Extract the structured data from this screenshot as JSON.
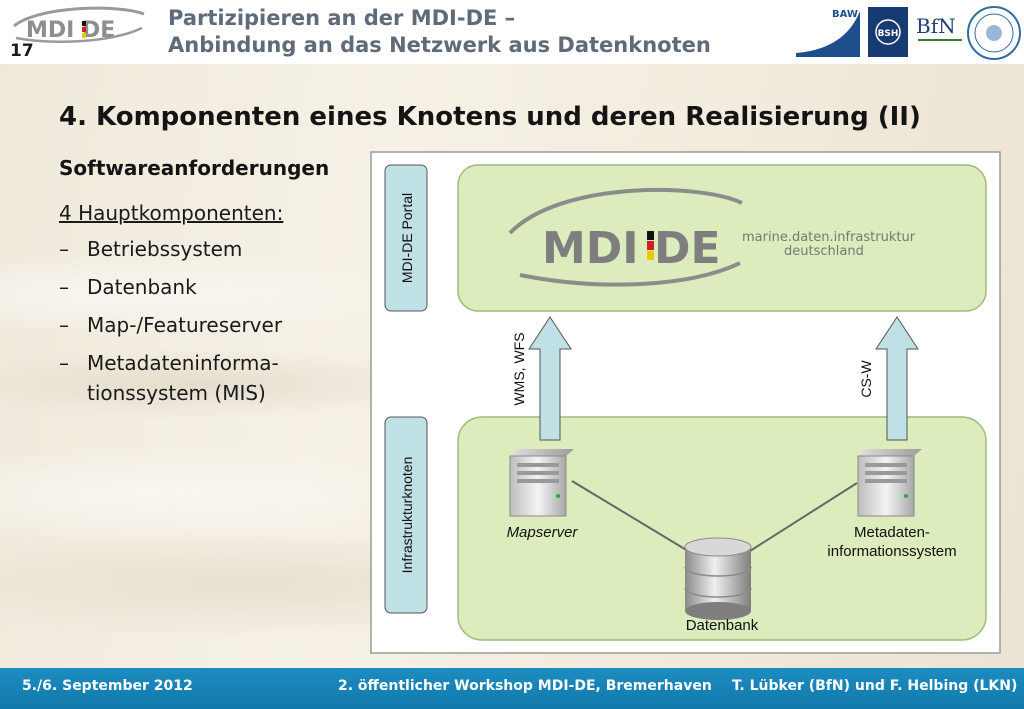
{
  "header": {
    "logo_text": "MDI DE",
    "slide_number": "17",
    "title_line1": "Partizipieren an der MDI-DE –",
    "title_line2": "Anbindung an das Netzwerk aus Datenknoten",
    "partners": [
      {
        "name": "BAW",
        "icon": "baw-logo-icon"
      },
      {
        "name": "BSH",
        "icon": "bsh-logo-icon"
      },
      {
        "name": "BfN",
        "icon": "bfn-logo-icon"
      },
      {
        "name": "University seal",
        "icon": "university-seal-icon"
      }
    ]
  },
  "title": "4. Komponenten eines Knotens und deren Realisierung (II)",
  "left": {
    "heading": "Softwareanforderungen",
    "lead": "4 Hauptkomponenten:",
    "dash": "–",
    "bullets": [
      "Betriebssystem",
      "Datenbank",
      "Map-/Featureserver",
      "Metadateninforma-\ntionssystem (MIS)"
    ]
  },
  "diagram": {
    "portal_label": "MDI-DE Portal",
    "node_label": "Infrastrukturknoten",
    "logo_text": "MDI DE",
    "logo_sub1": "marine.daten.infrastruktur",
    "logo_sub2": "deutschland",
    "arrow_left_label": "WMS, WFS",
    "arrow_right_label": "CS-W",
    "mapserver_label": "Mapserver",
    "metadata_label1": "Metadaten-",
    "metadata_label2": "informationssystem",
    "database_label": "Datenbank"
  },
  "footer": {
    "date": "5./6. September 2012",
    "event": "2. öffentlicher Workshop MDI-DE, Bremerhaven",
    "authors": "T. Lübker (BfN) und F. Helbing (LKN)"
  },
  "colors": {
    "panel_fill": "#dcecbc",
    "panel_border": "#9cbc78",
    "label_box": "#bfe0e4",
    "footer": "#1a84b8",
    "header_title": "#5f6b78"
  }
}
